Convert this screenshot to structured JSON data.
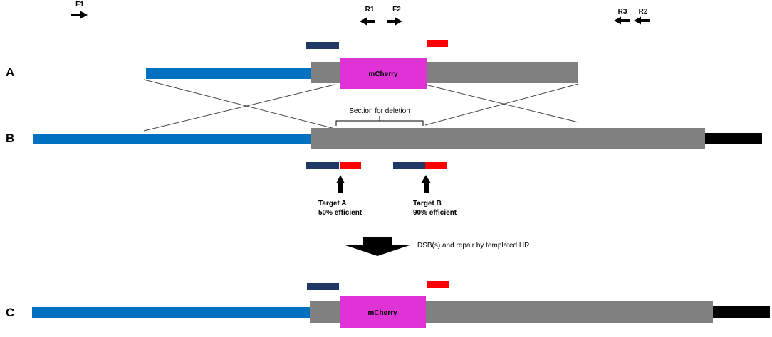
{
  "rows": {
    "a": "A",
    "b": "B",
    "c": "C"
  },
  "primers": {
    "f1": "F1",
    "r1": "R1",
    "f2": "F2",
    "r3": "R3",
    "r2": "R2"
  },
  "mcherry_label": "mCherry",
  "deletion_label": "Section for deletion",
  "target_a": {
    "name": "Target A",
    "efficiency": "50% efficient"
  },
  "target_b": {
    "name": "Target B",
    "efficiency": "90% efficient"
  },
  "repair_label": "DSB(s) and repair by  templated HR",
  "colors": {
    "blue": "#0070c0",
    "navy": "#1f3864",
    "red": "#ff0000",
    "gray": "#808080",
    "magenta": "#e033d6",
    "black": "#000000"
  }
}
